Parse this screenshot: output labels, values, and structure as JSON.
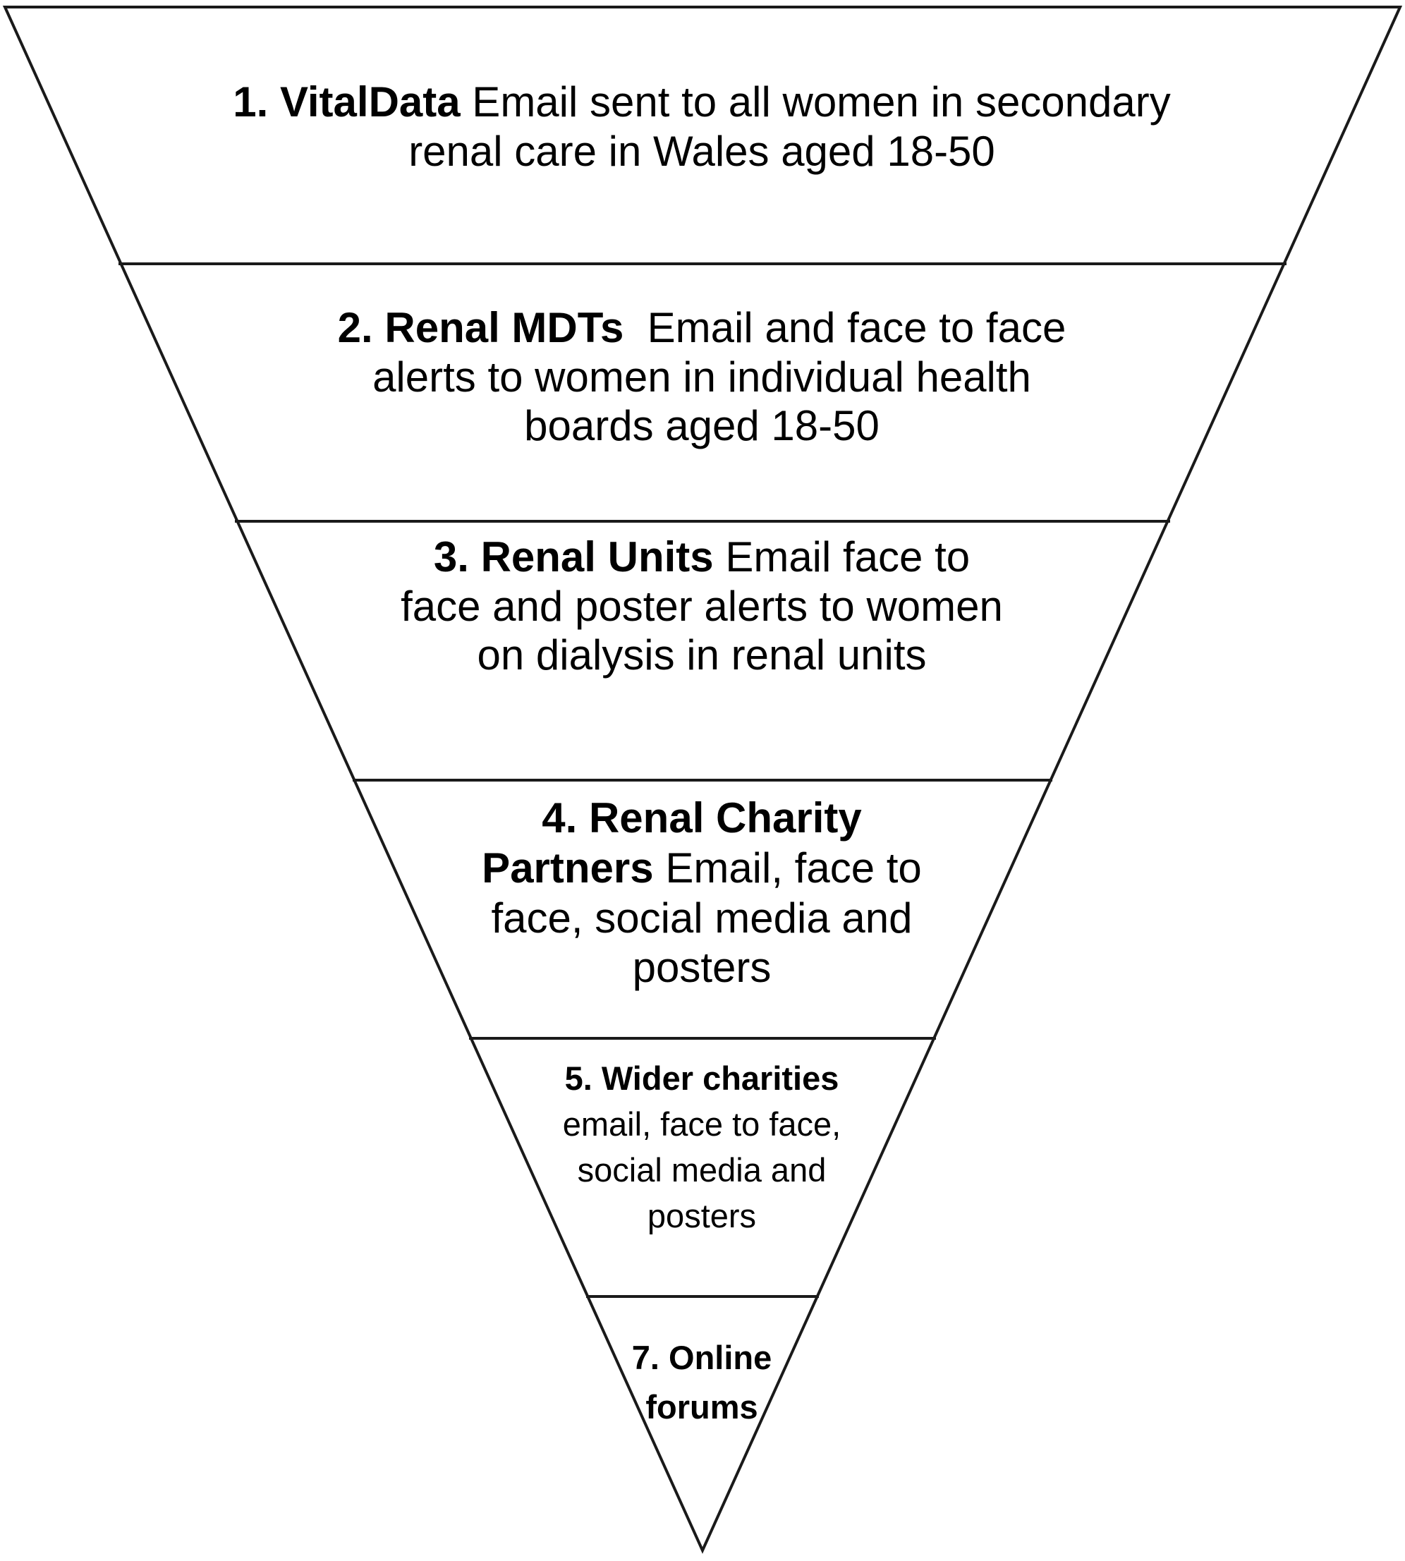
{
  "levels": [
    {
      "number": "1.",
      "title": "VitalData",
      "text": "Email sent to all women in secondary renal care in Wales aged 18-50"
    },
    {
      "number": "2.",
      "title": "Renal MDTs",
      "text": "Email and face to face alerts to women in individual health boards aged 18-50"
    },
    {
      "number": "3.",
      "title": "Renal Units",
      "text": "Email face to face and poster alerts to women on dialysis in renal units"
    },
    {
      "number": "4.",
      "title": "Renal Charity Partners",
      "text": "Email, face to face, social media and posters"
    },
    {
      "number": "5.",
      "title": "Wider charities",
      "text": "email, face to face, social media and posters"
    },
    {
      "number": "7.",
      "title": "Online forums",
      "text": ""
    }
  ]
}
